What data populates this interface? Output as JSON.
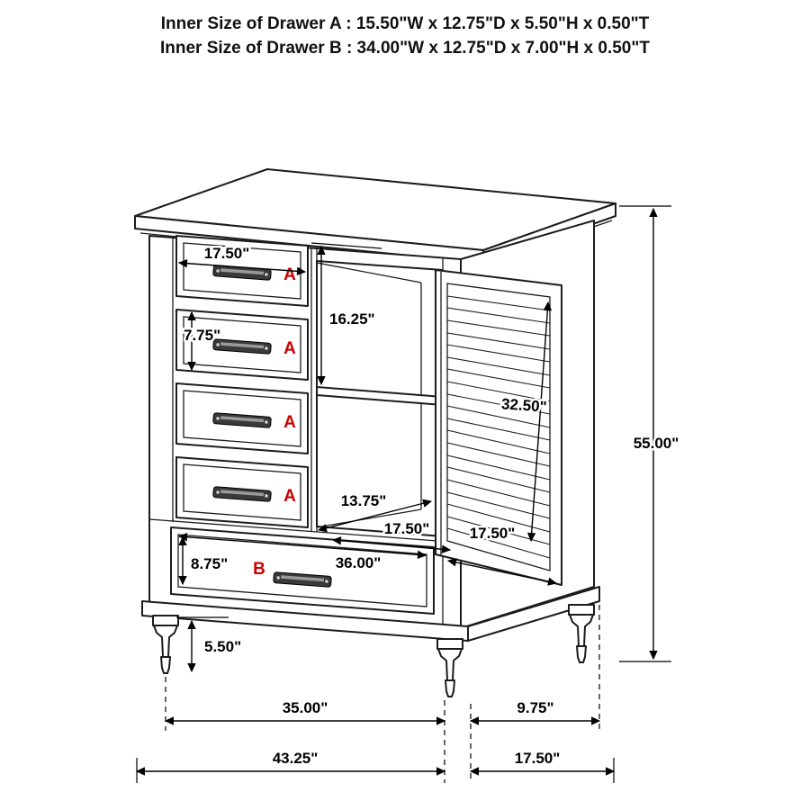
{
  "header": {
    "line1": "Inner Size of Drawer A : 15.50\"W x 12.75\"D x 5.50\"H x 0.50\"T",
    "line2": "Inner Size of Drawer B : 34.00\"W x 12.75\"D x 7.00\"H x 0.50\"T"
  },
  "drawer_labels": {
    "a1": "A",
    "a2": "A",
    "a3": "A",
    "a4": "A",
    "b": "B"
  },
  "dimensions": {
    "drawer_a_width": "17.50\"",
    "upper_section_height": "16.25\"",
    "drawer_a_height": "7.75\"",
    "door_height": "32.50\"",
    "overall_height": "55.00\"",
    "interior_depth": "13.75\"",
    "opening_width": "17.50\"",
    "door_width": "17.50\"",
    "drawer_b_height": "8.75\"",
    "drawer_b_width": "36.00\"",
    "foot_height": "5.50\"",
    "feet_span_width": "35.00\"",
    "feet_span_depth": "9.75\"",
    "overall_width": "43.25\"",
    "overall_depth": "17.50\""
  },
  "colors": {
    "line": "#1c1c1c",
    "label_red": "#cc0000",
    "background": "#ffffff"
  }
}
